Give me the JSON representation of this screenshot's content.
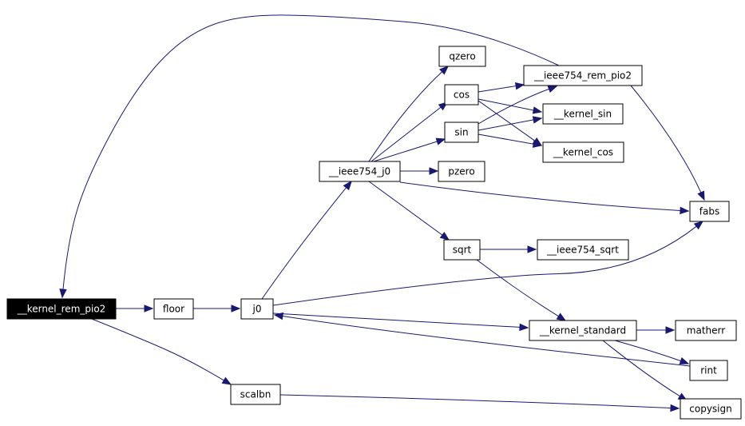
{
  "graph": {
    "root_id": "kernel_rem_pio2",
    "colors": {
      "edge": "#191970",
      "root_fill": "#000000",
      "root_text": "#ffffff",
      "node_fill": "#ffffff",
      "node_stroke": "#000000"
    },
    "nodes": [
      {
        "id": "kernel_rem_pio2",
        "label": "__kernel_rem_pio2"
      },
      {
        "id": "floor",
        "label": "floor"
      },
      {
        "id": "scalbn",
        "label": "scalbn"
      },
      {
        "id": "j0",
        "label": "j0"
      },
      {
        "id": "ieee754_j0",
        "label": "__ieee754_j0"
      },
      {
        "id": "qzero",
        "label": "qzero"
      },
      {
        "id": "cos",
        "label": "cos"
      },
      {
        "id": "sin",
        "label": "sin"
      },
      {
        "id": "pzero",
        "label": "pzero"
      },
      {
        "id": "sqrt",
        "label": "sqrt"
      },
      {
        "id": "ieee754_rem_pio2",
        "label": "__ieee754_rem_pio2"
      },
      {
        "id": "kernel_sin",
        "label": "__kernel_sin"
      },
      {
        "id": "kernel_cos",
        "label": "__kernel_cos"
      },
      {
        "id": "ieee754_sqrt",
        "label": "__ieee754_sqrt"
      },
      {
        "id": "kernel_standard",
        "label": "__kernel_standard"
      },
      {
        "id": "fabs",
        "label": "fabs"
      },
      {
        "id": "matherr",
        "label": "matherr"
      },
      {
        "id": "rint",
        "label": "rint"
      },
      {
        "id": "copysign",
        "label": "copysign"
      }
    ],
    "edges": [
      {
        "from": "kernel_rem_pio2",
        "to": "floor"
      },
      {
        "from": "kernel_rem_pio2",
        "to": "scalbn"
      },
      {
        "from": "floor",
        "to": "j0"
      },
      {
        "from": "j0",
        "to": "ieee754_j0"
      },
      {
        "from": "j0",
        "to": "fabs"
      },
      {
        "from": "j0",
        "to": "kernel_standard"
      },
      {
        "from": "ieee754_j0",
        "to": "qzero"
      },
      {
        "from": "ieee754_j0",
        "to": "cos"
      },
      {
        "from": "ieee754_j0",
        "to": "sin"
      },
      {
        "from": "ieee754_j0",
        "to": "pzero"
      },
      {
        "from": "ieee754_j0",
        "to": "fabs"
      },
      {
        "from": "ieee754_j0",
        "to": "sqrt"
      },
      {
        "from": "cos",
        "to": "ieee754_rem_pio2"
      },
      {
        "from": "cos",
        "to": "kernel_sin"
      },
      {
        "from": "cos",
        "to": "kernel_cos"
      },
      {
        "from": "sin",
        "to": "ieee754_rem_pio2"
      },
      {
        "from": "sin",
        "to": "kernel_sin"
      },
      {
        "from": "sin",
        "to": "kernel_cos"
      },
      {
        "from": "ieee754_rem_pio2",
        "to": "kernel_rem_pio2"
      },
      {
        "from": "ieee754_rem_pio2",
        "to": "fabs"
      },
      {
        "from": "sqrt",
        "to": "ieee754_sqrt"
      },
      {
        "from": "sqrt",
        "to": "kernel_standard"
      },
      {
        "from": "kernel_standard",
        "to": "matherr"
      },
      {
        "from": "kernel_standard",
        "to": "rint"
      },
      {
        "from": "kernel_standard",
        "to": "copysign"
      },
      {
        "from": "rint",
        "to": "j0"
      },
      {
        "from": "scalbn",
        "to": "copysign"
      }
    ]
  }
}
